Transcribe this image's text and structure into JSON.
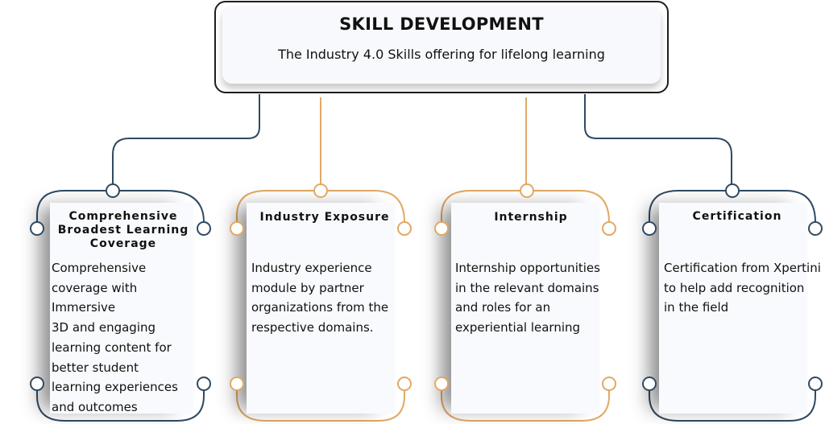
{
  "header": {
    "title": "SKILL DEVELOPMENT",
    "subtitle": "The Industry 4.0 Skills offering for lifelong learning"
  },
  "cards": [
    {
      "title_lines": [
        "Comprehensive",
        "Broadest Learning",
        "Coverage"
      ],
      "body_lines": [
        "Comprehensive",
        "coverage  with Immersive",
        "3D and  engaging",
        "learning  content for",
        "better student",
        "learning experiences",
        "and outcomes"
      ]
    },
    {
      "title_lines": [
        "Industry Exposure"
      ],
      "body_lines": [
        "Industry experience",
        "module by partner",
        "organizations from the",
        "respective domains."
      ]
    },
    {
      "title_lines": [
        "Internship"
      ],
      "body_lines": [
        "Internship opportunities",
        "in the relevant domains",
        "and roles for an",
        "experiential learning"
      ]
    },
    {
      "title_lines": [
        "Certification"
      ],
      "body_lines": [
        "Certification from Xpertini",
        "to help add recognition",
        "in the field"
      ]
    }
  ],
  "colors": {
    "navy": "#2f4a63",
    "orange": "#e2a865",
    "header_border": "#1e1e1e",
    "card_fill": "#f9fafd"
  }
}
